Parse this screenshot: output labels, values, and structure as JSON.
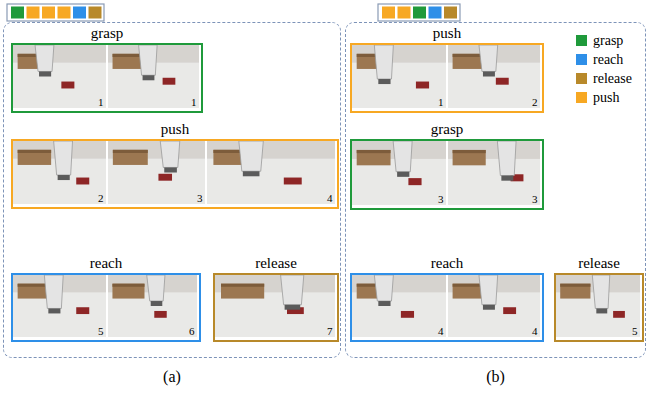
{
  "diagram": {
    "nodes": [
      {
        "text": [
          "(a)"
        ]
      },
      {
        "text": [
          "grasp",
          "1",
          "1"
        ],
        "in": 0
      },
      {
        "text": [
          "push",
          "2",
          "3",
          "4"
        ],
        "in": 0
      },
      {
        "text": [
          "reach",
          "5",
          "6"
        ],
        "in": 0
      },
      {
        "text": [
          "release",
          "7"
        ],
        "in": 0
      },
      {
        "text": [
          "(b)"
        ]
      },
      {
        "text": [
          "push",
          "1",
          "2"
        ],
        "in": 5
      },
      {
        "text": [
          "grasp",
          "3",
          "3"
        ],
        "in": 5
      },
      {
        "text": [
          "reach",
          "4",
          "4"
        ],
        "in": 5
      },
      {
        "text": [
          "release",
          "5"
        ],
        "in": 5
      }
    ],
    "legend": [
      {
        "text": "grasp",
        "color": "#1f9a3b"
      },
      {
        "text": "reach",
        "color": "#2e8fe8"
      },
      {
        "text": "release",
        "color": "#b8892a"
      },
      {
        "text": "push",
        "color": "#f7a823"
      }
    ]
  }
}
